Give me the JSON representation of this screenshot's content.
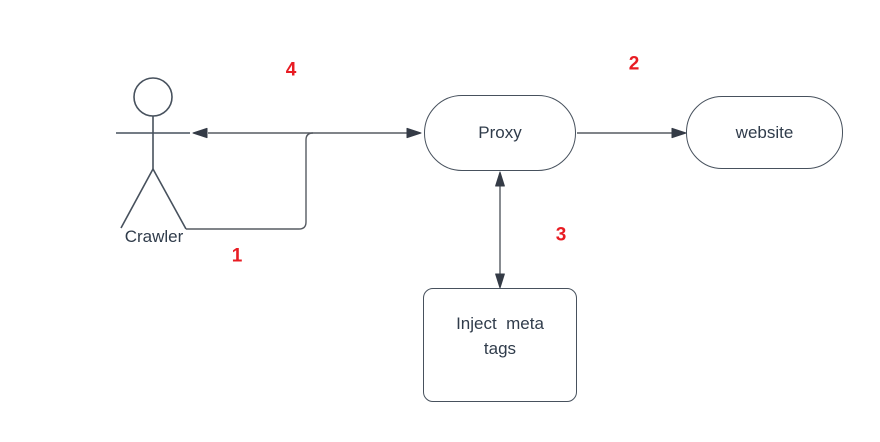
{
  "diagram": {
    "colors": {
      "bg": "#ffffff",
      "stroke": "#565b62",
      "arrowhead": "#343b46",
      "node_border": "#47515d",
      "text": "#303c4b",
      "step_red": "#e81c23"
    },
    "actor": {
      "label": "Crawler"
    },
    "nodes": {
      "proxy": {
        "label": "Proxy"
      },
      "website": {
        "label": "website"
      },
      "inject": {
        "label_line1": "Inject  meta",
        "label_line2": "tags"
      }
    },
    "steps": [
      {
        "label": "1",
        "from": "crawler",
        "to": "proxy"
      },
      {
        "label": "2",
        "from": "proxy",
        "to": "website"
      },
      {
        "label": "3",
        "from": "proxy",
        "to": "inject",
        "bidirectional": true
      },
      {
        "label": "4",
        "from": "proxy",
        "to": "crawler"
      }
    ]
  }
}
